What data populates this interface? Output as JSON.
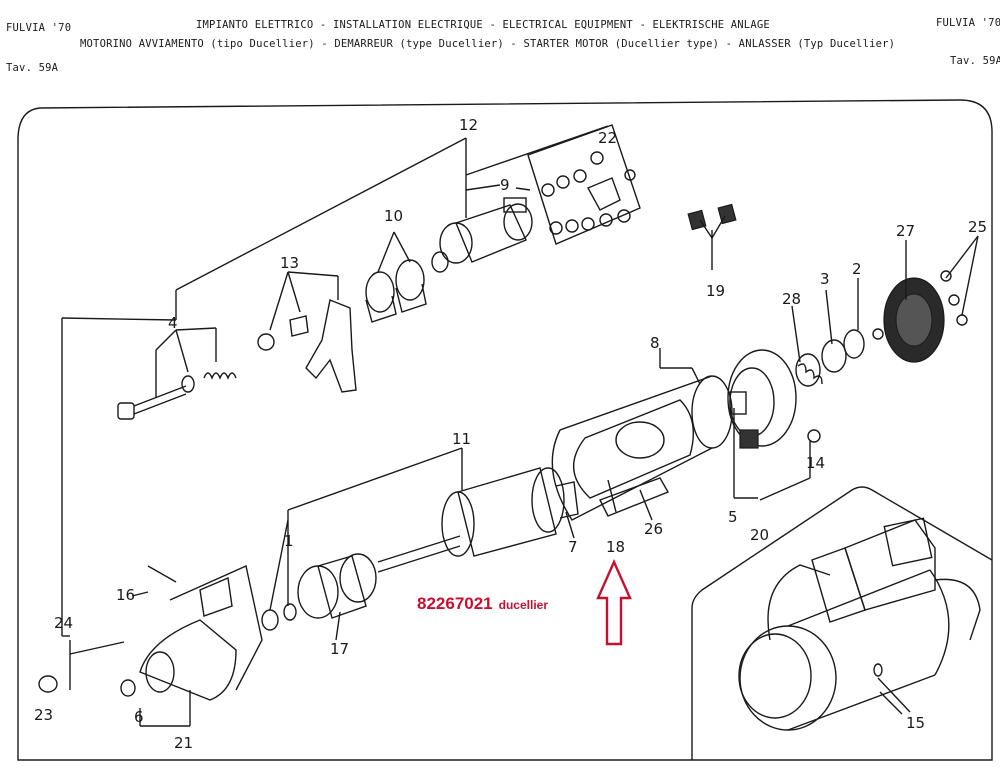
{
  "header": {
    "model_left": "FULVIA '70",
    "model_right": "FULVIA '70",
    "line1": "IMPIANTO ELETTRICO  -  INSTALLATION ELECTRIQUE  -  ELECTRICAL EQUIPMENT  -  ELEKTRISCHE ANLAGE",
    "line2": "MOTORINO AVVIAMENTO (tipo Ducellier)  -  DEMARREUR (type Ducellier)  -  STARTER MOTOR (Ducellier type)  -  ANLASSER (Typ Ducellier)",
    "table_left": "Tav. 59A",
    "table_right": "Tav. 59A"
  },
  "callouts": {
    "c1": "1",
    "c2": "2",
    "c3": "3",
    "c4": "4",
    "c5": "5",
    "c6": "6",
    "c7": "7",
    "c8": "8",
    "c9": "9",
    "c10": "10",
    "c11": "11",
    "c12": "12",
    "c13": "13",
    "c14": "14",
    "c15": "15",
    "c16": "16",
    "c17": "17",
    "c18": "18",
    "c19": "19",
    "c20": "20",
    "c21": "21",
    "c22": "22",
    "c23": "23",
    "c24": "24",
    "c25": "25",
    "c26": "26",
    "c27": "27",
    "c28": "28"
  },
  "annotation": {
    "part_number": "82267021",
    "brand": "ducellier",
    "arrow_color": "#c8102e"
  }
}
